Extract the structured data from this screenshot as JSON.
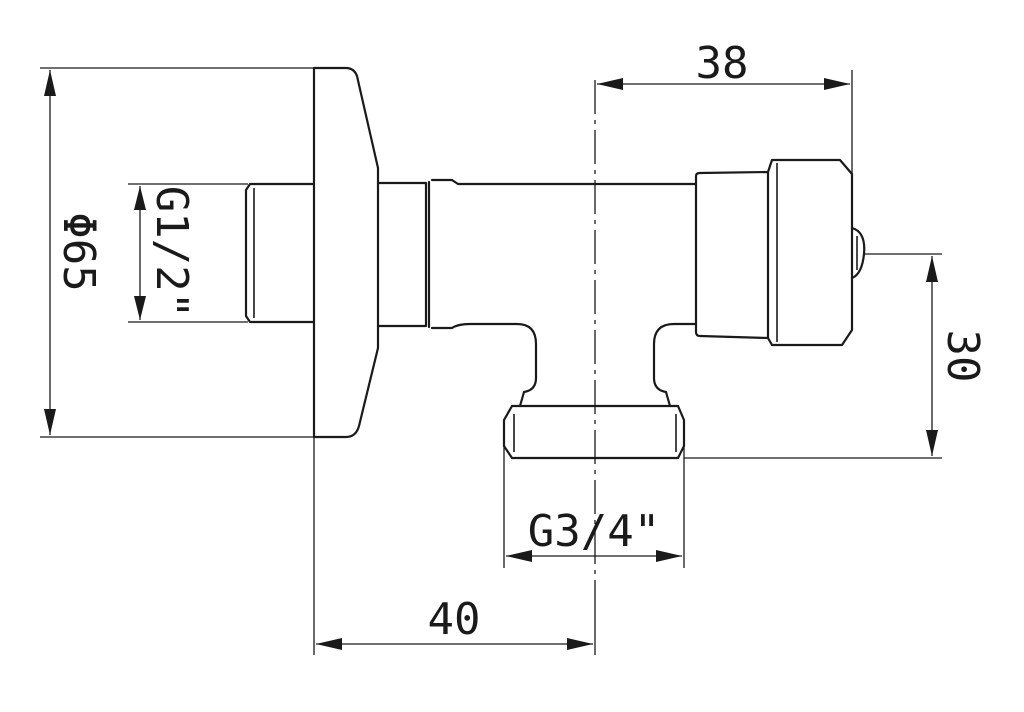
{
  "diagram": {
    "dimensions": {
      "diameter": "Φ65",
      "inlet_thread": "G1/2\"",
      "outlet_thread": "G3/4\"",
      "width_40": "40",
      "width_38": "38",
      "height_30": "30"
    }
  }
}
